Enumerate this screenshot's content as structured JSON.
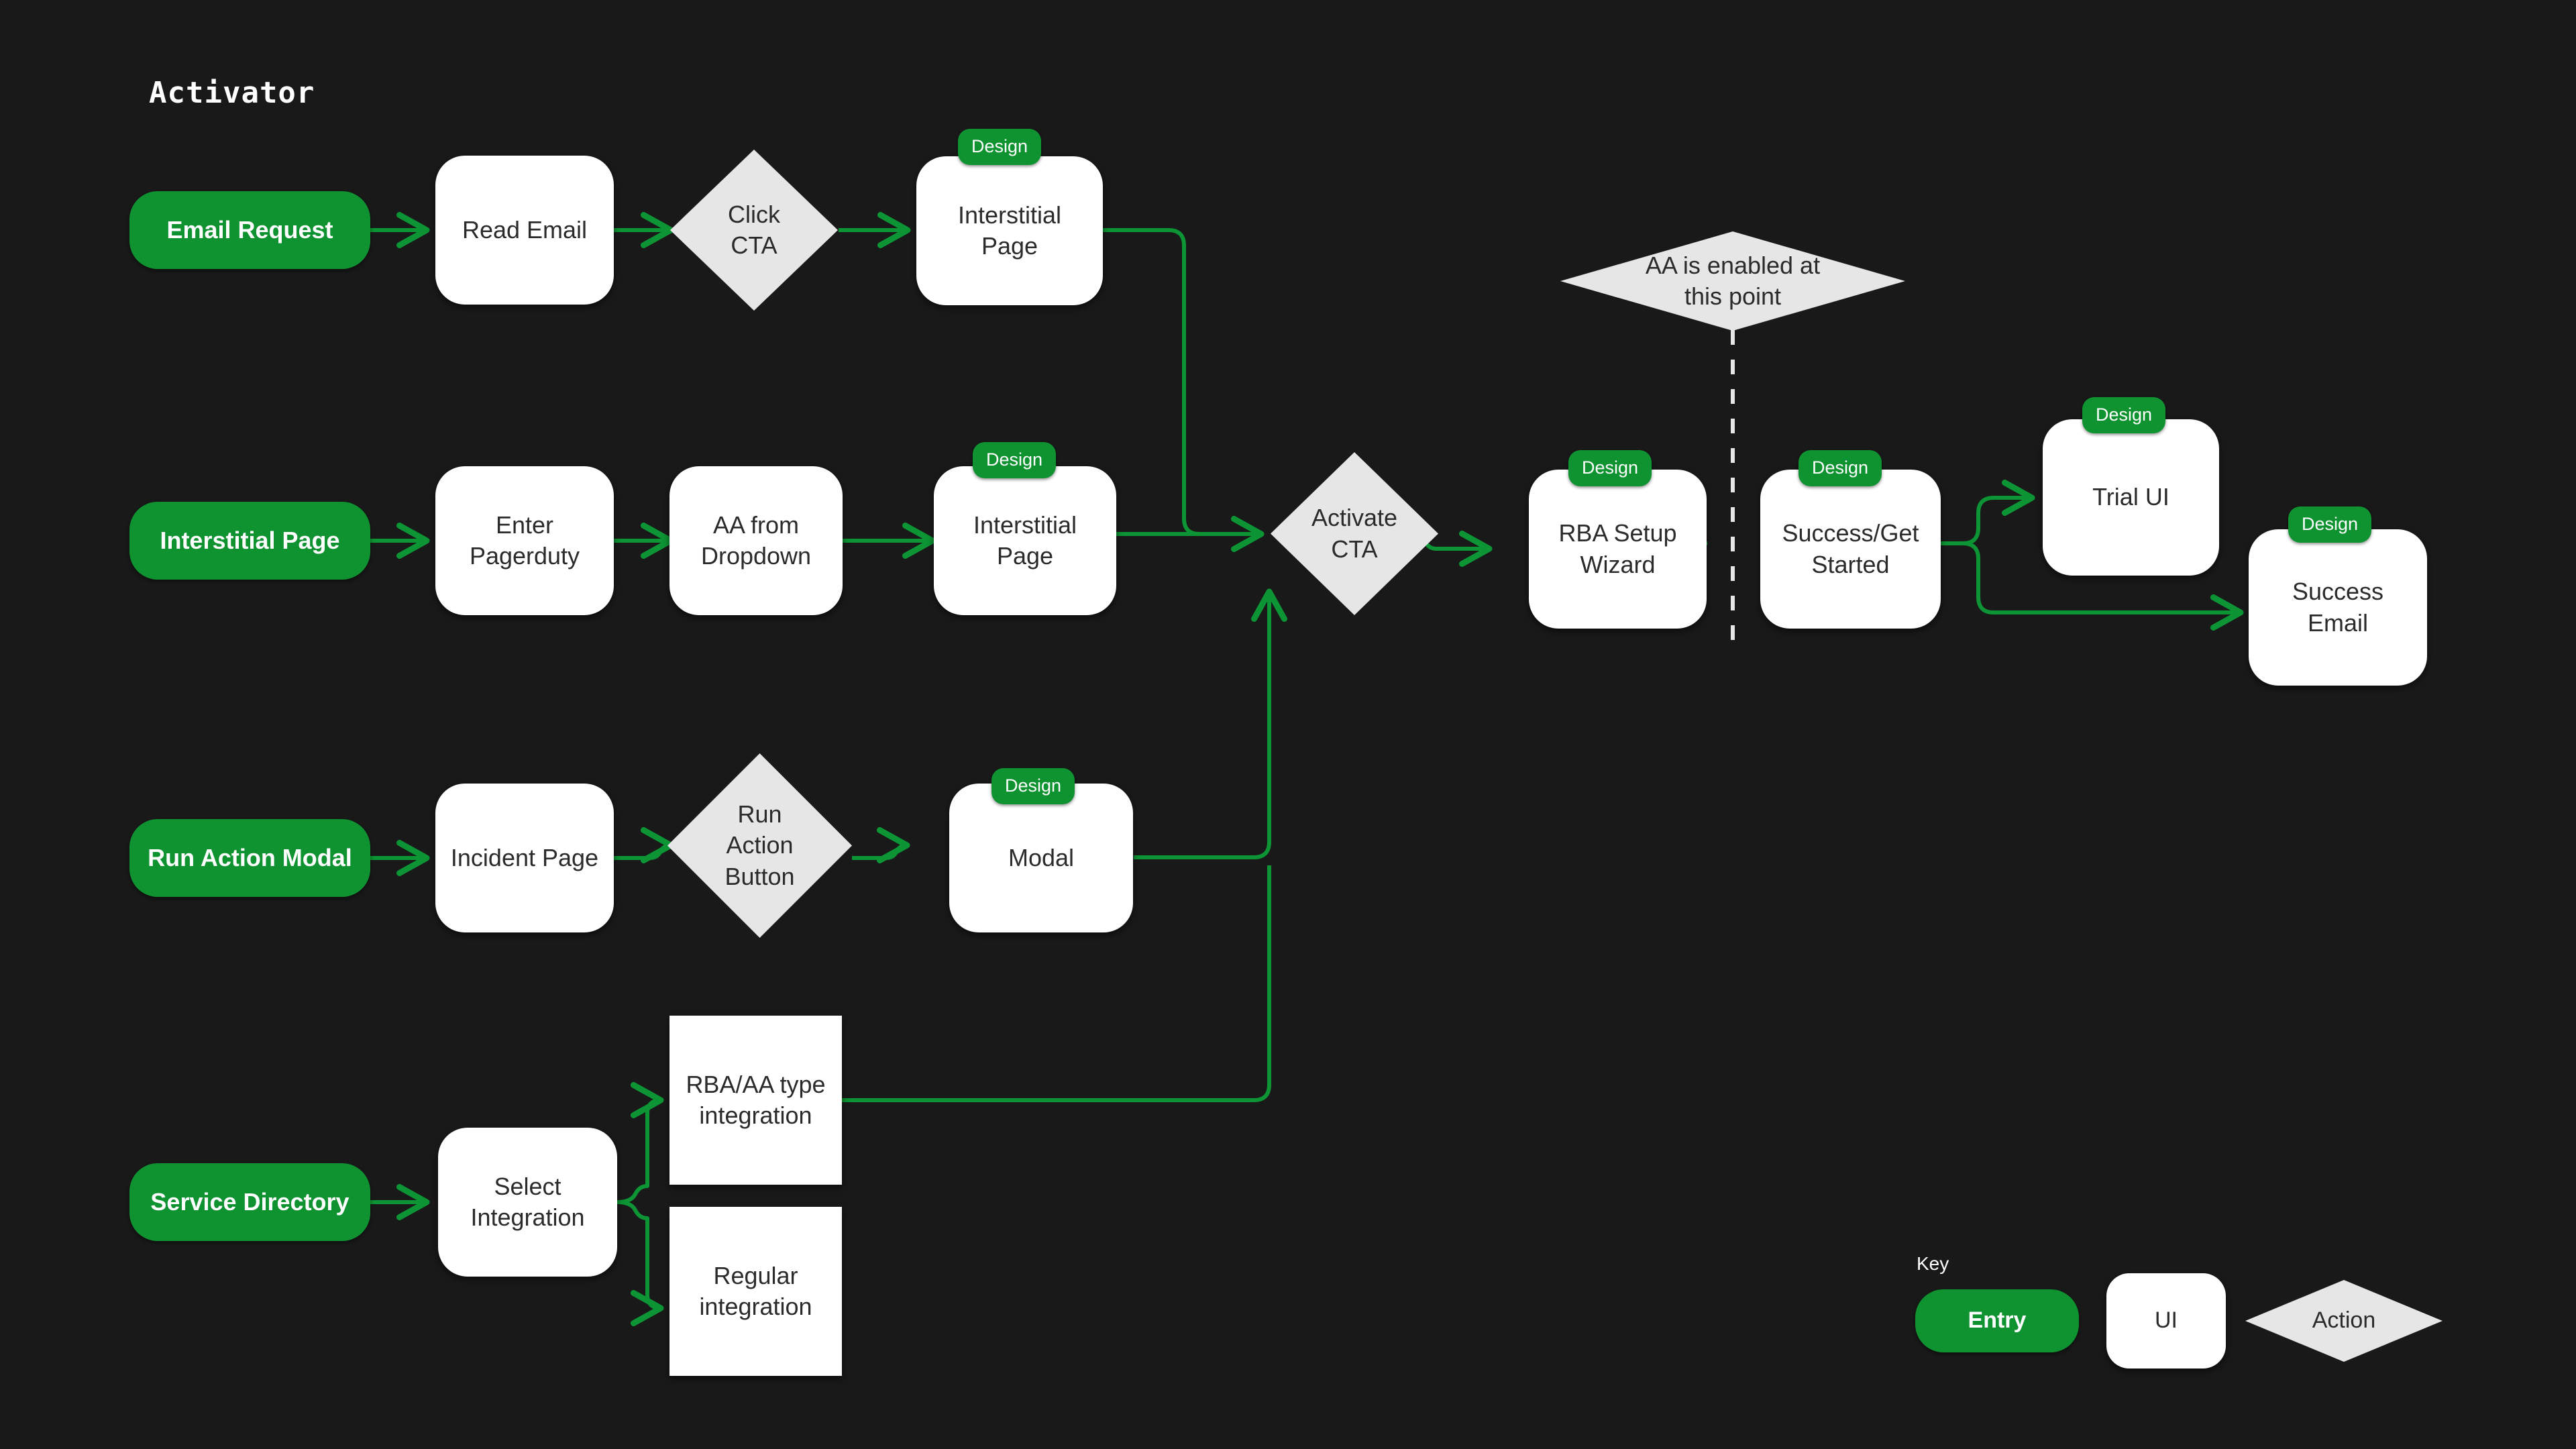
{
  "title": "Activator",
  "colors": {
    "background": "#191919",
    "entry_green": "#0f9331",
    "edge_green": "#0d9434",
    "ui_white": "#ffffff",
    "action_gray": "#e6e6e6",
    "text_dark": "#2b2b2b",
    "text_light": "#ffffff"
  },
  "chart_data": {
    "type": "diagram",
    "title": "Activator",
    "notes": "Flowchart of activator entry paths converging on Activate CTA"
  },
  "nodes": [
    {
      "id": "email-request",
      "label": "Email Request",
      "type": "entry"
    },
    {
      "id": "read-email",
      "label": "Read Email",
      "type": "ui"
    },
    {
      "id": "click-cta",
      "label": "Click\nCTA",
      "type": "action"
    },
    {
      "id": "interstitial-page-1",
      "label": "Interstitial Page",
      "type": "ui",
      "badge": "Design"
    },
    {
      "id": "interstitial-entry",
      "label": "Interstitial Page",
      "type": "entry"
    },
    {
      "id": "enter-pagerduty",
      "label": "Enter Pagerduty",
      "type": "ui"
    },
    {
      "id": "aa-from-dropdown",
      "label": "AA from\nDropdown",
      "type": "ui"
    },
    {
      "id": "interstitial-page-2",
      "label": "Interstitial Page",
      "type": "ui",
      "badge": "Design"
    },
    {
      "id": "run-action-modal",
      "label": "Run Action Modal",
      "type": "entry"
    },
    {
      "id": "incident-page",
      "label": "Incident Page",
      "type": "ui"
    },
    {
      "id": "run-action-button",
      "label": "Run\nAction\nButton",
      "type": "action"
    },
    {
      "id": "modal",
      "label": "Modal",
      "type": "ui",
      "badge": "Design"
    },
    {
      "id": "service-directory",
      "label": "Service Directory",
      "type": "entry"
    },
    {
      "id": "select-integration",
      "label": "Select\nIntegration",
      "type": "ui"
    },
    {
      "id": "rba-aa-integration",
      "label": "RBA/AA type\nintegration",
      "type": "ui"
    },
    {
      "id": "regular-integration",
      "label": "Regular\nintegration",
      "type": "ui"
    },
    {
      "id": "aa-enabled-note",
      "label": "AA is enabled at\nthis point",
      "type": "action"
    },
    {
      "id": "activate-cta",
      "label": "Activate\nCTA",
      "type": "action"
    },
    {
      "id": "rba-setup-wizard",
      "label": "RBA Setup\nWizard",
      "type": "ui",
      "badge": "Design"
    },
    {
      "id": "success-get-started",
      "label": "Success/Get\nStarted",
      "type": "ui",
      "badge": "Design"
    },
    {
      "id": "trial-ui",
      "label": "Trial UI",
      "type": "ui",
      "badge": "Design"
    },
    {
      "id": "success-email",
      "label": "Success Email",
      "type": "ui",
      "badge": "Design"
    }
  ],
  "badges": {
    "design": "Design"
  },
  "legend": {
    "heading": "Key",
    "items": [
      {
        "id": "legend-entry",
        "label": "Entry",
        "type": "entry"
      },
      {
        "id": "legend-ui",
        "label": "UI",
        "type": "ui"
      },
      {
        "id": "legend-action",
        "label": "Action",
        "type": "action"
      }
    ]
  },
  "labels": {
    "email_request": "Email Request",
    "read_email": "Read Email",
    "click_cta_l1": "Click",
    "click_cta_l2": "CTA",
    "interstitial_page_1": "Interstitial Page",
    "interstitial_entry": "Interstitial Page",
    "enter_pagerduty": "Enter Pagerduty",
    "aa_from_dropdown_l1": "AA from",
    "aa_from_dropdown_l2": "Dropdown",
    "interstitial_page_2": "Interstitial Page",
    "run_action_modal": "Run Action Modal",
    "incident_page": "Incident Page",
    "run_action_button_l1": "Run",
    "run_action_button_l2": "Action",
    "run_action_button_l3": "Button",
    "modal": "Modal",
    "service_directory": "Service Directory",
    "select_integration_l1": "Select",
    "select_integration_l2": "Integration",
    "rba_aa_integration_l1": "RBA/AA type",
    "rba_aa_integration_l2": "integration",
    "regular_integration_l1": "Regular",
    "regular_integration_l2": "integration",
    "aa_enabled_l1": "AA is enabled at",
    "aa_enabled_l2": "this point",
    "activate_cta_l1": "Activate",
    "activate_cta_l2": "CTA",
    "rba_setup_wizard_l1": "RBA Setup",
    "rba_setup_wizard_l2": "Wizard",
    "success_get_started_l1": "Success/Get",
    "success_get_started_l2": "Started",
    "trial_ui": "Trial UI",
    "success_email": "Success Email",
    "key_heading": "Key",
    "legend_entry": "Entry",
    "legend_ui": "UI",
    "legend_action": "Action",
    "badge_design": "Design"
  }
}
